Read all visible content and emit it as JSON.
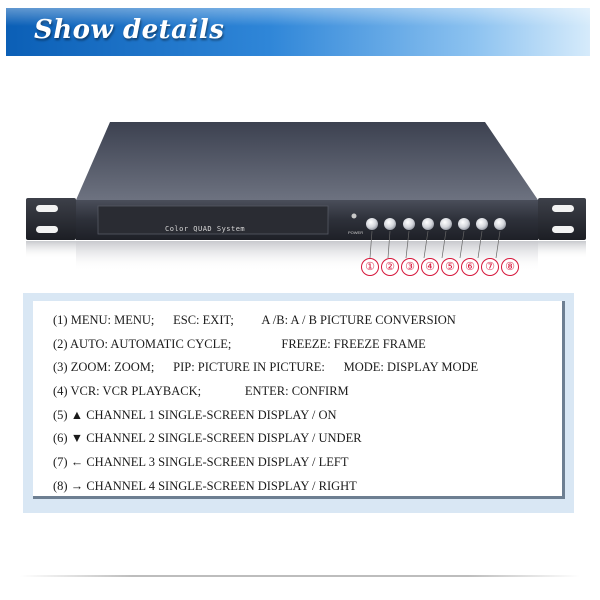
{
  "header": {
    "title": "Show details",
    "colors": {
      "banner_dark": "#0b5fb6",
      "banner_light": "#d6ebfb"
    }
  },
  "device": {
    "label": "Color QUAD System",
    "callouts": [
      "①",
      "②",
      "③",
      "④",
      "⑤",
      "⑥",
      "⑦",
      "⑧"
    ],
    "callout_color": "#d6163a"
  },
  "details": {
    "lines": [
      "(1) MENU: MENU;      ESC: EXIT;         A /B: A / B PICTURE CONVERSION",
      "(2) AUTO: AUTOMATIC CYCLE;                FREEZE: FREEZE FRAME",
      "(3) ZOOM: ZOOM;      PIP: PICTURE IN PICTURE:      MODE: DISPLAY MODE",
      "(4) VCR: VCR PLAYBACK;              ENTER: CONFIRM",
      "(5) ▲ CHANNEL 1 SINGLE-SCREEN DISPLAY / ON",
      "(6) ▼ CHANNEL 2 SINGLE-SCREEN DISPLAY / UNDER",
      "(7) ← CHANNEL 3 SINGLE-SCREEN DISPLAY / LEFT",
      "(8) → CHANNEL 4 SINGLE-SCREEN DISPLAY / RIGHT"
    ]
  }
}
